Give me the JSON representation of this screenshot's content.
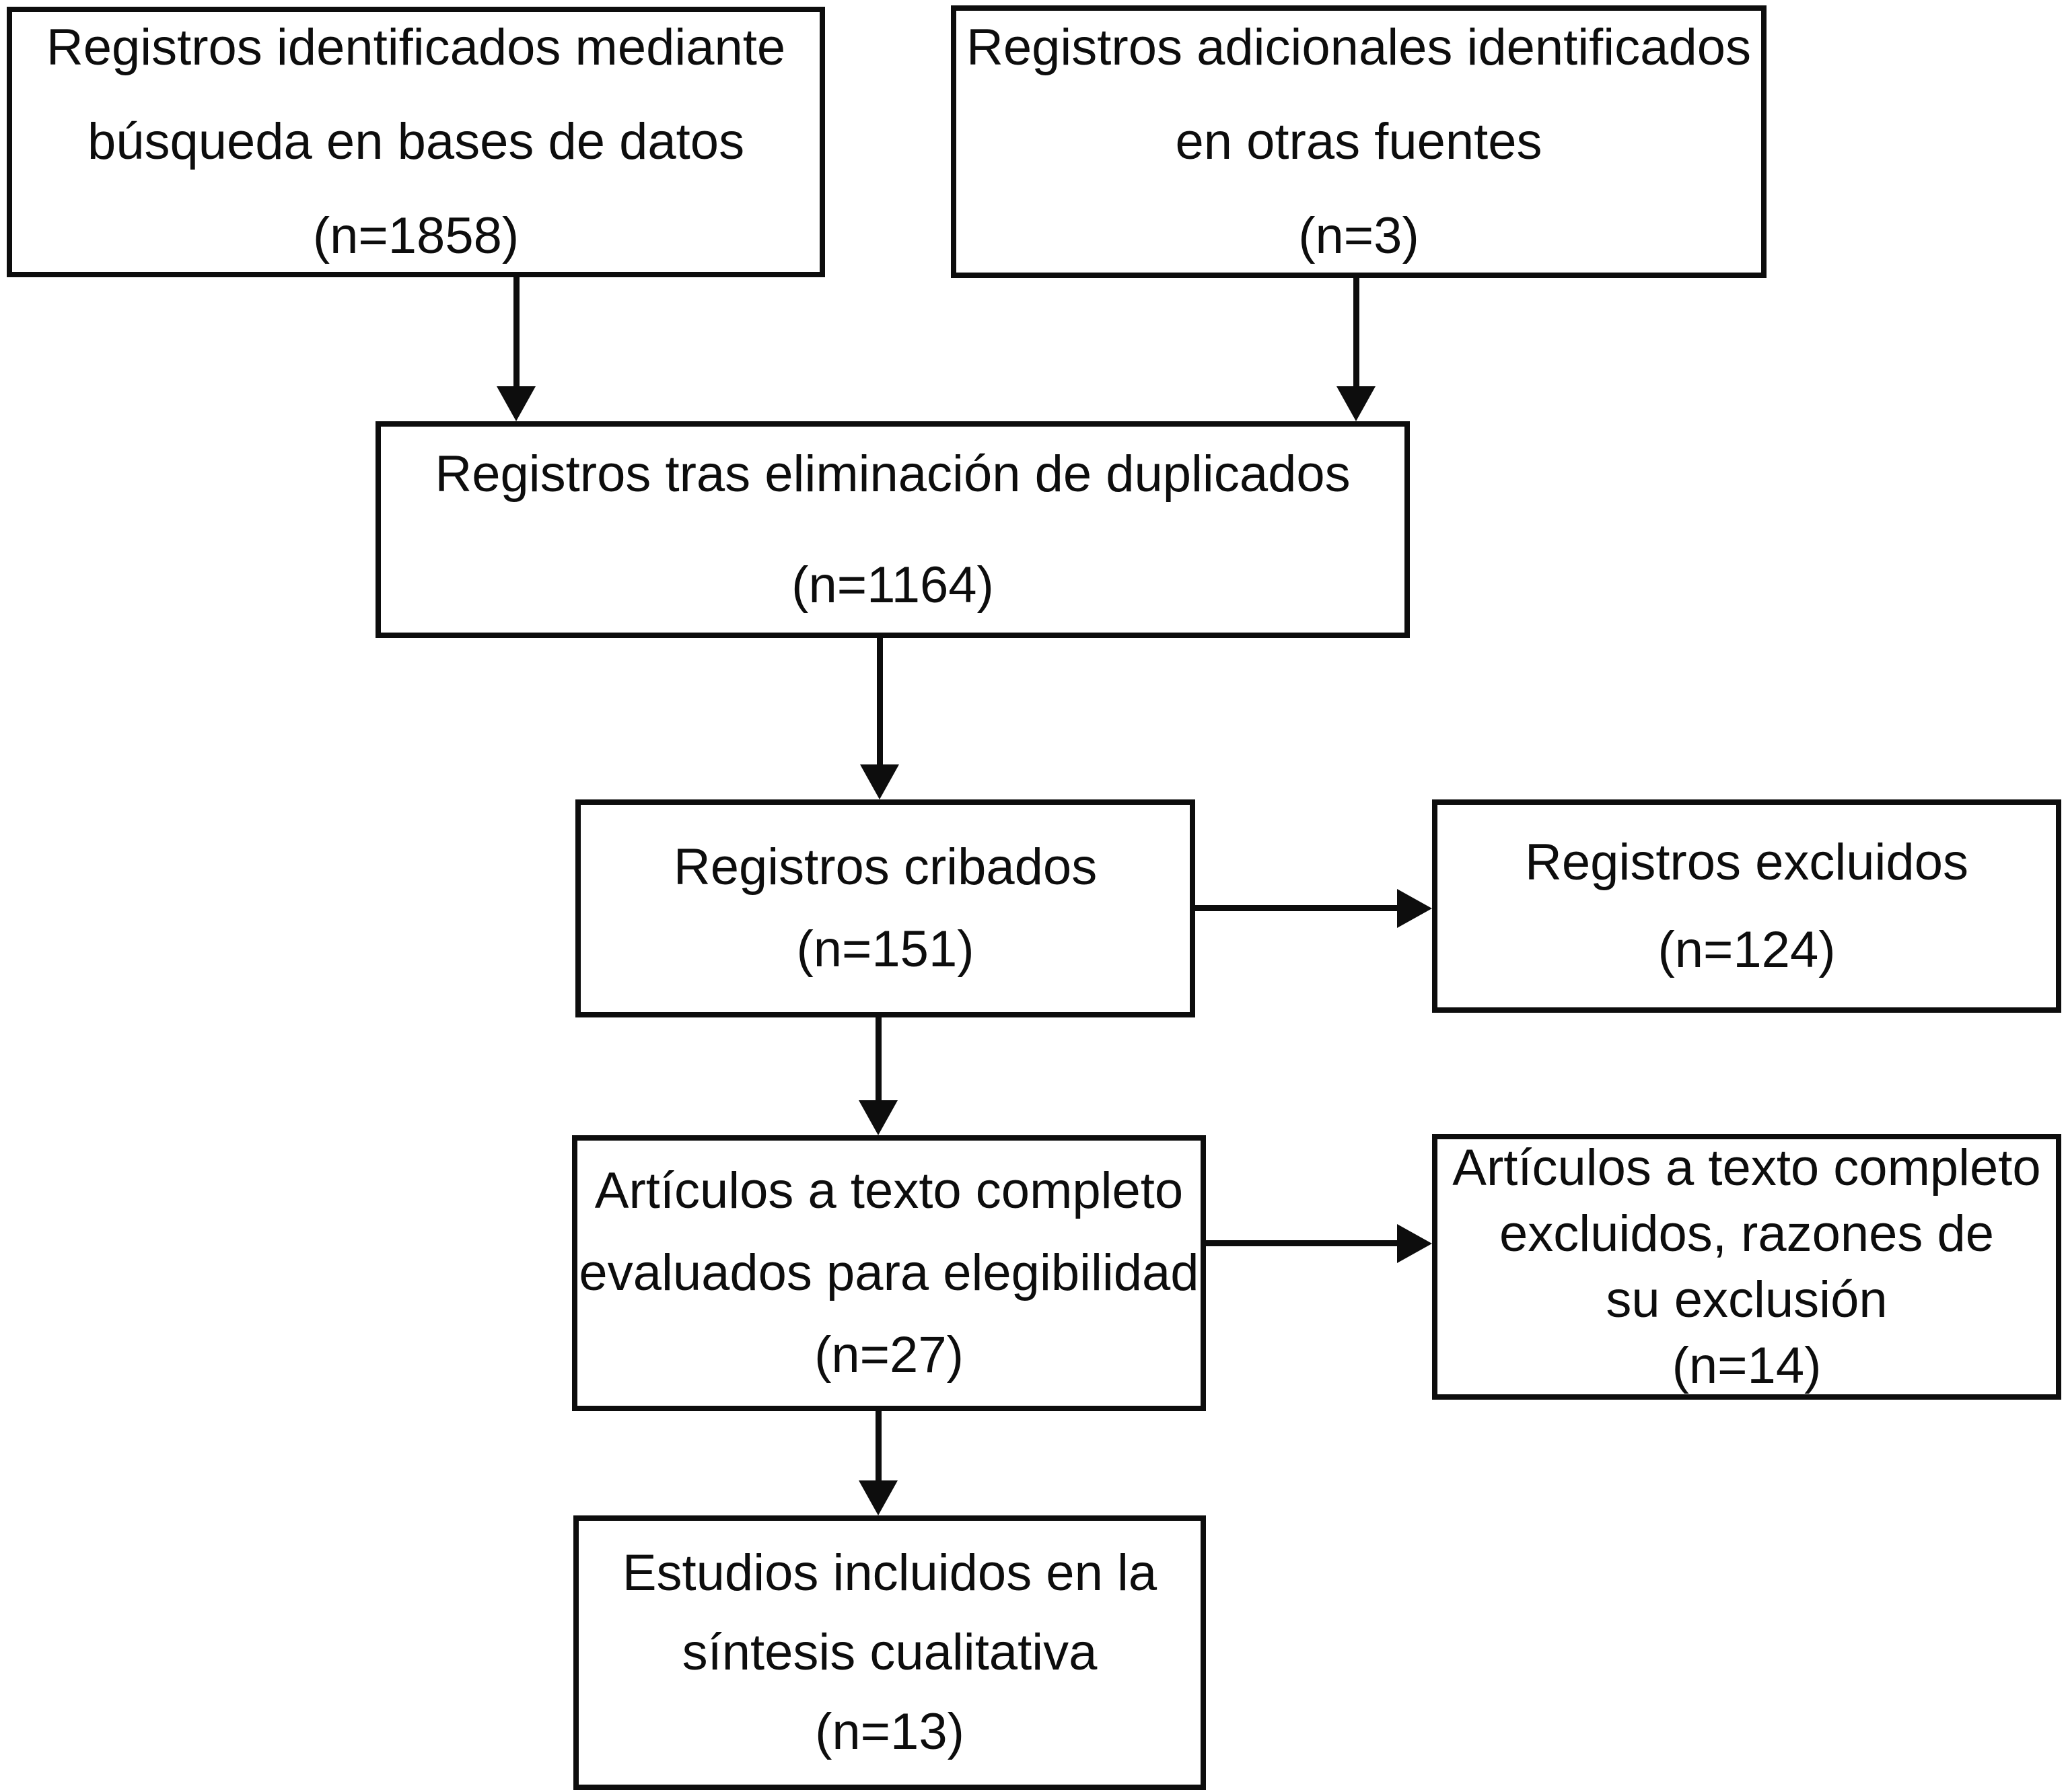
{
  "diagram_type": "prisma-flow",
  "colors": {
    "ink": "#0d0d0d",
    "background": "#ffffff"
  },
  "nodes": {
    "identified_databases": {
      "lines": [
        "Registros identificados mediante",
        "búsqueda en bases de datos",
        "(n=1858)"
      ]
    },
    "identified_other_sources": {
      "lines": [
        "Registros adicionales identificados",
        "en otras fuentes",
        "(n=3)"
      ]
    },
    "after_duplicates_removed": {
      "lines": [
        "Registros tras eliminación de duplicados",
        "(n=1164)"
      ]
    },
    "records_screened": {
      "lines": [
        "Registros cribados",
        "(n=151)"
      ]
    },
    "records_excluded": {
      "lines": [
        "Registros excluidos",
        "(n=124)"
      ]
    },
    "fulltext_assessed": {
      "lines": [
        "Artículos a texto completo",
        "evaluados para elegibilidad",
        "(n=27)"
      ]
    },
    "fulltext_excluded": {
      "lines": [
        "Artículos a texto completo",
        "excluidos, razones de",
        "su exclusión",
        "(n=14)"
      ]
    },
    "studies_included": {
      "lines": [
        "Estudios incluidos en la",
        "síntesis cualitativa",
        "(n=13)"
      ]
    }
  },
  "connections": [
    {
      "from": "identified_databases",
      "to": "after_duplicates_removed",
      "direction": "down"
    },
    {
      "from": "identified_other_sources",
      "to": "after_duplicates_removed",
      "direction": "down"
    },
    {
      "from": "after_duplicates_removed",
      "to": "records_screened",
      "direction": "down"
    },
    {
      "from": "records_screened",
      "to": "records_excluded",
      "direction": "right"
    },
    {
      "from": "records_screened",
      "to": "fulltext_assessed",
      "direction": "down"
    },
    {
      "from": "fulltext_assessed",
      "to": "fulltext_excluded",
      "direction": "right"
    },
    {
      "from": "fulltext_assessed",
      "to": "studies_included",
      "direction": "down"
    }
  ]
}
